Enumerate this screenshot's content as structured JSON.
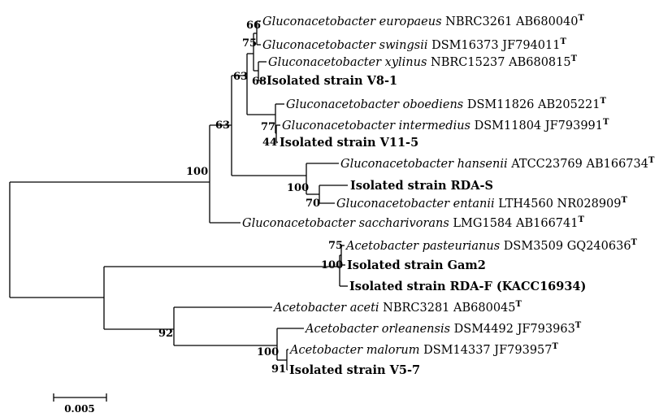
{
  "leaves": [
    {
      "genus_species": "Gluconacetobacter europaeus",
      "strain": "NBRC3261",
      "accession": "AB680040",
      "sup": "T"
    },
    {
      "genus_species": "Gluconacetobacter swingsii",
      "strain": "DSM16373",
      "accession": "JF794011",
      "sup": "T"
    },
    {
      "genus_species": "Gluconacetobacter xylinus",
      "strain": "NBRC15237",
      "accession": "AB680815",
      "sup": "T"
    },
    {
      "plain": "Isolated strain V8-1"
    },
    {
      "genus_species": "Gluconacetobacter oboediens",
      "strain": "DSM11826",
      "accession": "AB205221",
      "sup": "T"
    },
    {
      "genus_species": "Gluconacetobacter intermedius",
      "strain": "DSM11804",
      "accession": "JF793991",
      "sup": "T"
    },
    {
      "plain": "Isolated strain V11-5"
    },
    {
      "genus_species": "Gluconacetobacter hansenii",
      "strain": "ATCC23769",
      "accession": "AB166734",
      "sup": "T"
    },
    {
      "plain": "Isolated strain RDA-S"
    },
    {
      "genus_species": "Gluconacetobacter entanii",
      "strain": "LTH4560",
      "accession": "NR028909",
      "sup": "T"
    },
    {
      "genus_species": "Gluconacetobacter saccharivorans",
      "strain": "LMG1584",
      "accession": "AB166741",
      "sup": "T"
    },
    {
      "genus_species": "Acetobacter pasteurianus",
      "strain": "DSM3509",
      "accession": "GQ240636",
      "sup": "T"
    },
    {
      "plain": "Isolated strain Gam2"
    },
    {
      "plain": "Isolated strain RDA-F (KACC16934)"
    },
    {
      "genus_species": "Acetobacter aceti",
      "strain": "NBRC3281",
      "accession": "AB680045",
      "sup": "T"
    },
    {
      "genus_species": "Acetobacter orleanensis",
      "strain": "DSM4492",
      "accession": "JF793963",
      "sup": "T"
    },
    {
      "genus_species": "Acetobacter malorum",
      "strain": "DSM14337",
      "accession": "JF793957",
      "sup": "T"
    },
    {
      "plain": "Isolated strain V5-7"
    }
  ],
  "bootstrap": [
    "66",
    "75",
    "68",
    "63",
    "63",
    "77",
    "44",
    "100",
    "70",
    "100",
    "75",
    "100",
    "92",
    "100",
    "91"
  ],
  "scale": {
    "label": "0.005",
    "value": 0.005
  }
}
